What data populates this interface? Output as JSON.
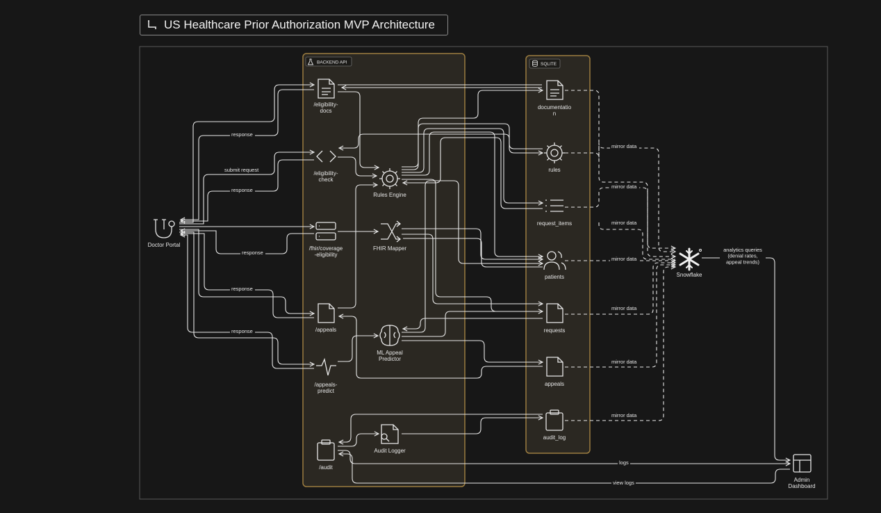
{
  "title": "US Healthcare Prior Authorization MVP Architecture",
  "groups": {
    "backend": "BACKEND API",
    "sqlite": "SQLITE"
  },
  "nodes": {
    "doctor_portal": "Doctor Portal",
    "eligibility_docs": "/eligibility-\ndocs",
    "eligibility_check": "/eligibility-\ncheck",
    "fhir_coverage": "/fhir/coverage\n-eligibility",
    "appeals_ep": "/appeals",
    "appeals_predict": "/appeals-\npredict",
    "audit_ep": "/audit",
    "rules_engine": "Rules Engine",
    "fhir_mapper": "FHIR Mapper",
    "ml_predictor": "ML Appeal\nPredictor",
    "audit_logger": "Audit Logger",
    "documentation": "documentatio\nn",
    "rules": "rules",
    "request_items": "request_items",
    "patients": "patients",
    "requests": "requests",
    "appeals_db": "appeals",
    "audit_log": "audit_log",
    "snowflake": "Snowflake",
    "admin_dashboard": "Admin\nDashboard"
  },
  "edge_labels": {
    "response": "response",
    "submit_request": "submit request",
    "mirror_data": "mirror data",
    "analytics": "analytics queries\n(denial rates,\nappeal trends)",
    "logs": "logs",
    "view_logs": "view logs"
  },
  "colors": {
    "background": "#171717",
    "line": "#e8e8e8",
    "group_border": "#9c7d40",
    "group_fill": "#2b2822",
    "frame": "#5a5a5a"
  }
}
